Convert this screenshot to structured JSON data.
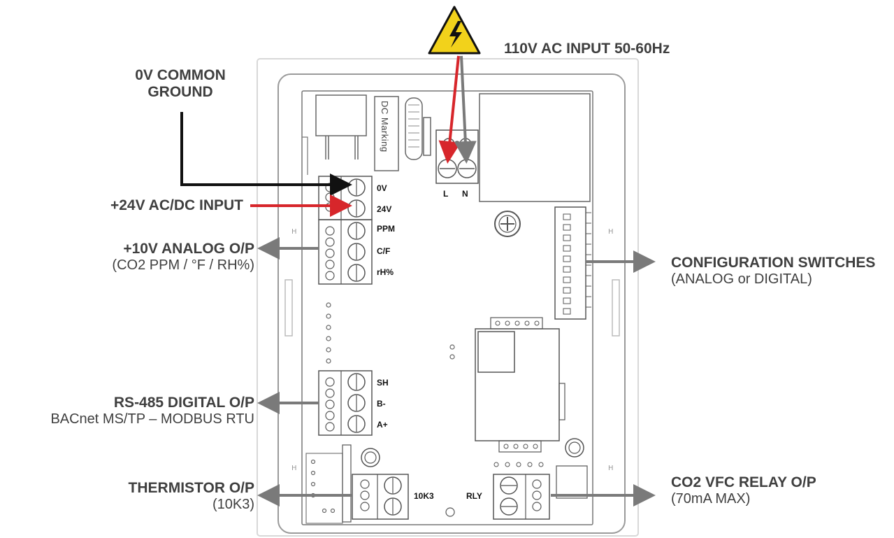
{
  "labels": {
    "power_ac": "110V AC INPUT 50-60Hz",
    "common_ground_l1": "0V COMMON",
    "common_ground_l2": "GROUND",
    "dc_input": "+24V AC/DC INPUT",
    "analog_title": "+10V ANALOG O/P",
    "analog_sub": "(CO2 PPM / °F / RH%)",
    "rs485_title": "RS-485 DIGITAL O/P",
    "rs485_sub": "BACnet MS/TP – MODBUS RTU",
    "thermistor_title": "THERMISTOR O/P",
    "thermistor_sub": "(10K3)",
    "config_title": "CONFIGURATION SWITCHES",
    "config_sub": "(ANALOG or DIGITAL)",
    "relay_title": "CO2 VFC RELAY O/P",
    "relay_sub": "(70mA MAX)"
  },
  "board": {
    "dc_marking": "DC Marking",
    "terminals": {
      "zero_v": "0V",
      "v24": "24V",
      "ppm": "PPM",
      "cf": "C/F",
      "rh": "rH%",
      "sh": "SH",
      "bminus": "B-",
      "aplus": "A+",
      "l": "L",
      "n": "N",
      "tenk3": "10K3",
      "rly": "RLY"
    }
  },
  "colors": {
    "text": "#3f3f3f",
    "board_line": "#555555",
    "arrow_gray": "#7a7a7a",
    "arrow_red": "#d7262b",
    "arrow_black": "#111111",
    "warning_yellow": "#f2d21b"
  },
  "icons": [
    "high-voltage-warning-icon"
  ]
}
